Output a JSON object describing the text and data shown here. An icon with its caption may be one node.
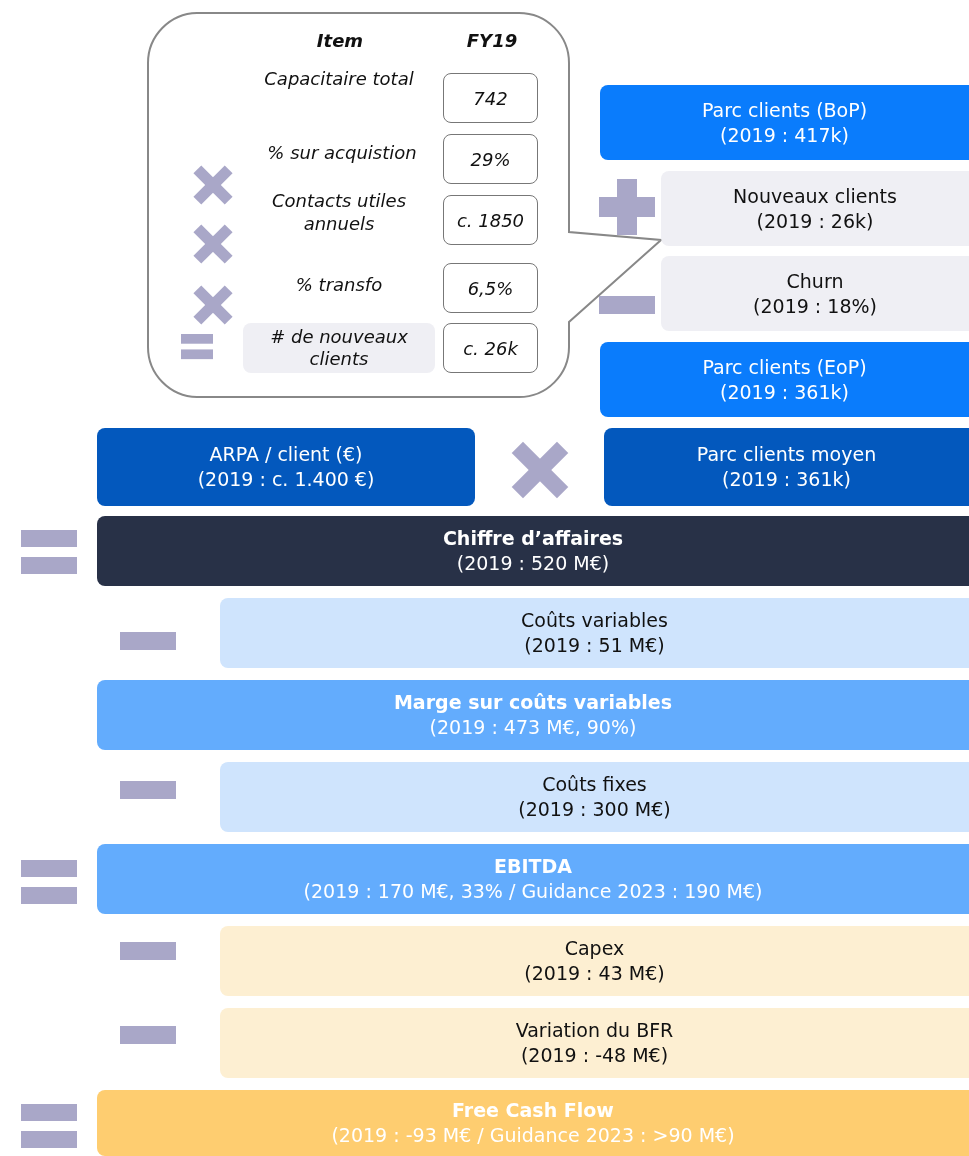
{
  "diagram": {
    "nodes": [
      {
        "text": [],
        "shape": "callout"
      },
      {
        "text": [
          "742"
        ],
        "in": 0
      },
      {
        "text": [
          "29%"
        ],
        "in": 0
      },
      {
        "text": [
          "c. 1850"
        ],
        "in": 0
      },
      {
        "text": [
          "6,5%"
        ],
        "in": 0
      },
      {
        "text": [
          "# de nouveaux clients"
        ],
        "in": 0
      },
      {
        "text": [
          "c. 26k"
        ],
        "in": 0
      },
      {
        "text": [
          "Parc clients (BoP)",
          "(2019 : 417k)"
        ]
      },
      {
        "text": [
          "Nouveaux clients",
          "(2019 : 26k)"
        ]
      },
      {
        "text": [
          "Churn",
          "(2019 : 18%)"
        ]
      },
      {
        "text": [
          "Parc clients (EoP)",
          "(2019 : 361k)"
        ]
      },
      {
        "text": [
          "ARPA / client (€)",
          "(2019 : c. 1.400 €)"
        ]
      },
      {
        "text": [
          "Parc clients moyen",
          "(2019 : 361k)"
        ]
      },
      {
        "text": [
          "Chiffre d’affaires",
          "(2019 : 520 M€)"
        ]
      },
      {
        "text": [
          "Coûts variables",
          "(2019 : 51 M€)"
        ]
      },
      {
        "text": [
          "Marge sur coûts variables",
          "(2019 : 473 M€, 90%)"
        ]
      },
      {
        "text": [
          "Coûts fixes",
          "(2019 : 300 M€)"
        ]
      },
      {
        "text": [
          "EBITDA",
          "(2019 : 170 M€, 33% / Guidance 2023 : 190 M€)"
        ]
      },
      {
        "text": [
          "Capex",
          "(2019 : 43 M€)"
        ]
      },
      {
        "text": [
          "Variation du BFR",
          "(2019 : -48 M€)"
        ]
      },
      {
        "text": [
          "Free Cash Flow",
          "(2019 : -93 M€ / Guidance 2023 : >90 M€)"
        ]
      }
    ],
    "labels": [
      "Item",
      "FY19",
      "Capacitaire total",
      "% sur acquistion",
      "Contacts utiles annuels",
      "% transfo"
    ]
  }
}
